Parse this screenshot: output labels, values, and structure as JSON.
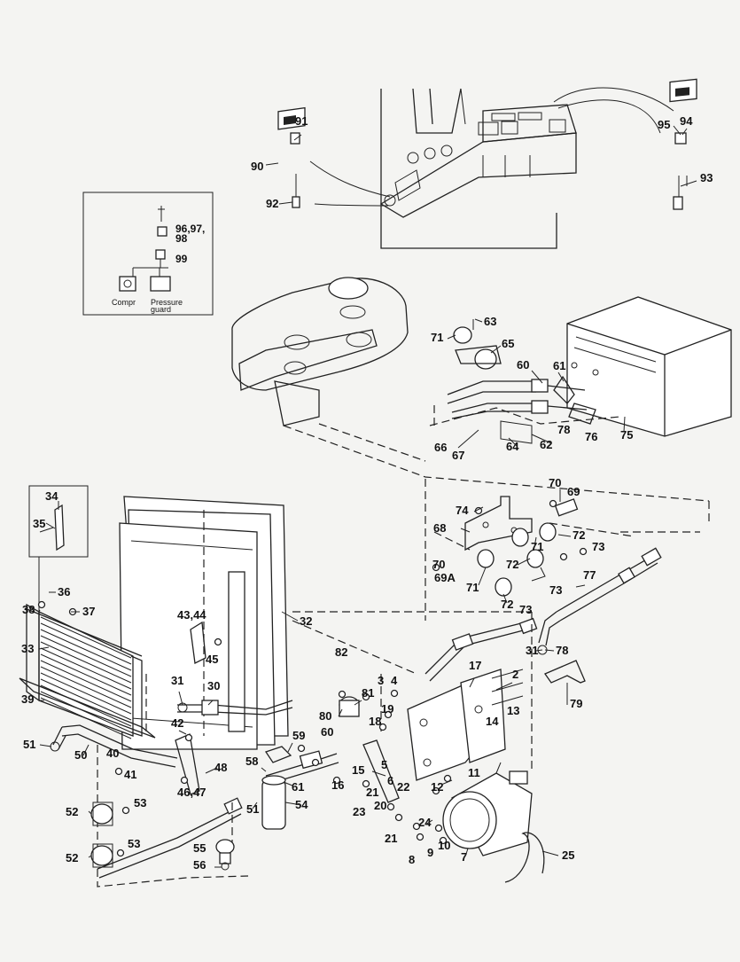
{
  "diagram": {
    "labels": [
      "91",
      "90",
      "92",
      "95",
      "94",
      "93",
      "96,97,",
      "98",
      "99",
      "Compr",
      "Pressure",
      "guard",
      "63",
      "71",
      "65",
      "60",
      "61",
      "78",
      "76",
      "75",
      "66",
      "67",
      "64",
      "62",
      "34",
      "35",
      "70",
      "69",
      "74",
      "68",
      "71",
      "72",
      "73",
      "70",
      "69A",
      "71",
      "72",
      "73",
      "72",
      "73",
      "36",
      "37",
      "38",
      "33",
      "43,44",
      "45",
      "32",
      "77",
      "31",
      "78",
      "79",
      "39",
      "31",
      "30",
      "82",
      "3",
      "4",
      "81",
      "80",
      "17",
      "2",
      "19",
      "18",
      "14",
      "13",
      "42",
      "51",
      "50",
      "40",
      "41",
      "48",
      "46,47",
      "59",
      "60",
      "58",
      "61",
      "16",
      "15",
      "5",
      "6",
      "11",
      "12",
      "52",
      "53",
      "51",
      "54",
      "22",
      "21",
      "20",
      "23",
      "24",
      "21",
      "8",
      "9",
      "10",
      "7",
      "25",
      "52",
      "53",
      "55",
      "56"
    ]
  }
}
